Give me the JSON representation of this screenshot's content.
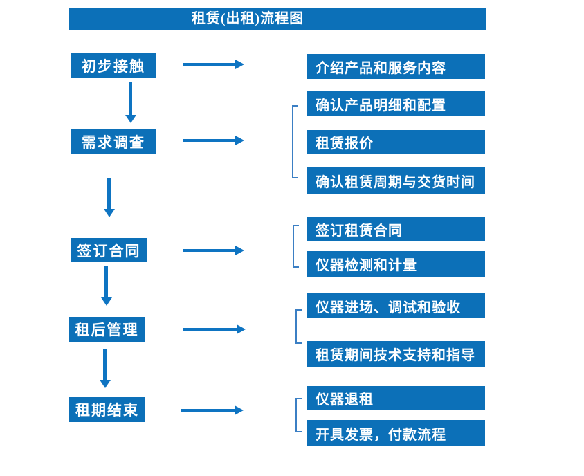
{
  "title": "租赁(出租)流程图",
  "colors": {
    "box_blue": "#0c70b8",
    "arrow_blue": "#0e74c2",
    "bracket_blue": "#3b7fc4",
    "text_white": "#ffffff",
    "background": "#ffffff"
  },
  "stages": [
    {
      "label": "初步接触"
    },
    {
      "label": "需求调查"
    },
    {
      "label": "签订合同"
    },
    {
      "label": "租后管理"
    },
    {
      "label": "租期结束"
    }
  ],
  "details": [
    {
      "label": "介绍产品和服务内容"
    },
    {
      "label": "确认产品明细和配置"
    },
    {
      "label": "租赁报价"
    },
    {
      "label": "确认租赁周期与交货时间"
    },
    {
      "label": "签订租赁合同"
    },
    {
      "label": "仪器检测和计量"
    },
    {
      "label": "仪器进场、调试和验收"
    },
    {
      "label": "租赁期间技术支持和指导"
    },
    {
      "label": "仪器退租"
    },
    {
      "label": "开具发票，付款流程"
    }
  ]
}
